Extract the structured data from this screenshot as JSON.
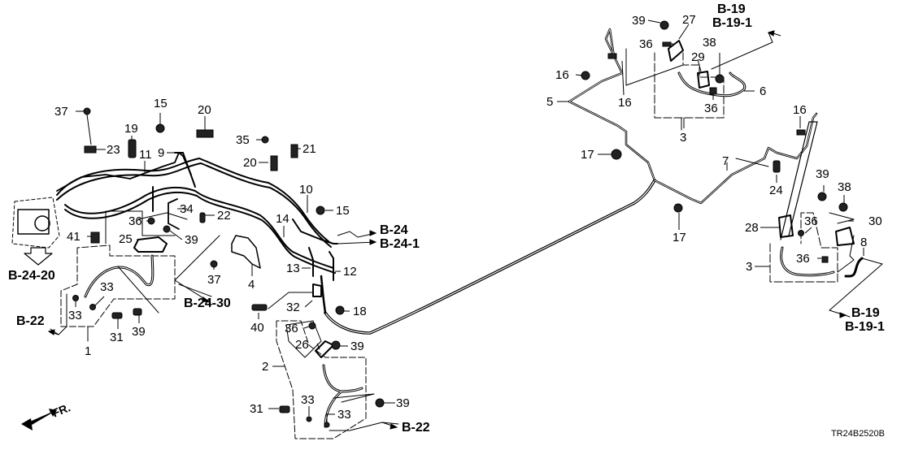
{
  "diagram": {
    "code": "TR24B2520B",
    "direction": "FR.",
    "references": {
      "b19_top": "B-19",
      "b19_1_top": "B-19-1",
      "b19_bottom": "B-19",
      "b19_1_bottom": "B-19-1",
      "b24": "B-24",
      "b24_1": "B-24-1",
      "b24_20": "B-24-20",
      "b24_30": "B-24-30",
      "b22_left": "B-22",
      "b22_bottom": "B-22"
    },
    "callouts": {
      "c37a": "37",
      "c23": "23",
      "c19": "19",
      "c11": "11",
      "c15a": "15",
      "c20a": "20",
      "c9": "9",
      "c35": "35",
      "c21": "21",
      "c20b": "20",
      "c34": "34",
      "c22": "22",
      "c10": "10",
      "c15b": "15",
      "c36a": "36",
      "c25": "25",
      "c39a": "39",
      "c41": "41",
      "c14": "14",
      "c33a": "33",
      "c33b": "33",
      "c31a": "31",
      "c39b": "39",
      "c1": "1",
      "c37b": "37",
      "c4": "4",
      "c13": "13",
      "c12": "12",
      "c32": "32",
      "c40": "40",
      "c18": "18",
      "c36b": "36",
      "c26": "26",
      "c39c": "39",
      "c2": "2",
      "c31b": "31",
      "c33c": "33",
      "c33d": "33",
      "c39d": "39",
      "c39e": "39",
      "c27": "27",
      "c36c": "36",
      "c38a": "38",
      "c29": "29",
      "c16a": "16",
      "c16b": "16",
      "c5": "5",
      "c6": "6",
      "c36d": "36",
      "c3a": "3",
      "c17a": "17",
      "c7": "7",
      "c16c": "16",
      "c17b": "17",
      "c24": "24",
      "c39f": "39",
      "c38b": "38",
      "c28": "28",
      "c36e": "36",
      "c30": "30",
      "c36f": "36",
      "c3b": "3",
      "c8": "8"
    }
  }
}
